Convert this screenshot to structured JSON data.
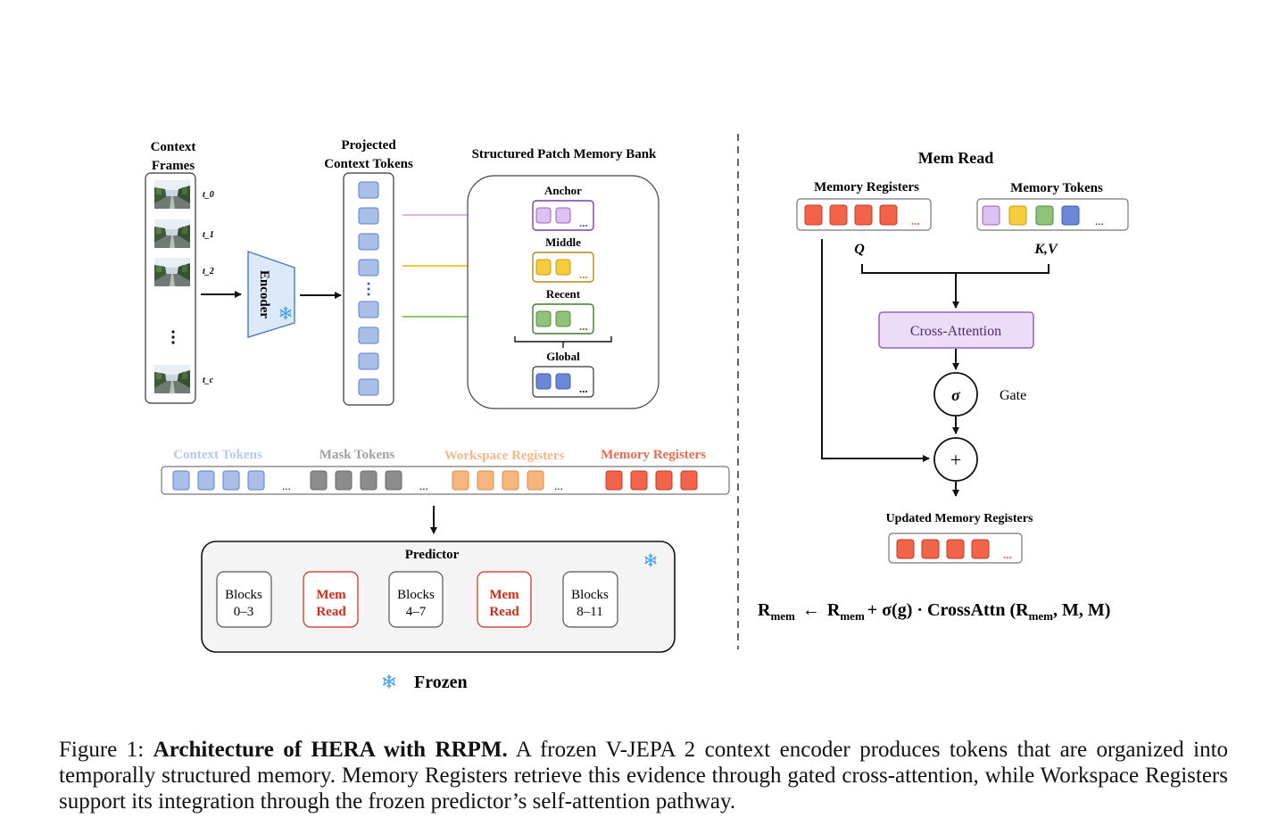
{
  "left_panel": {
    "context_frames_line1": "Context",
    "context_frames_line2": "Frames",
    "frame_labels": [
      "t_0",
      "t_1",
      "t_2",
      "t_c"
    ],
    "encoder_label": "Encoder",
    "projected_line1": "Projected",
    "projected_line2": "Context Tokens",
    "memory_bank_title": "Structured Patch Memory Bank",
    "banks": {
      "anchor": "Anchor",
      "middle": "Middle",
      "recent": "Recent",
      "global": "Global"
    },
    "ellipsis": "...",
    "token_row_labels": {
      "context": "Context Tokens",
      "mask": "Mask Tokens",
      "workspace": "Workspace Registers",
      "memory": "Memory Registers"
    },
    "predictor": {
      "title": "Predictor",
      "blocks_label": "Blocks",
      "blocks_ranges": [
        "0–3",
        "4–7",
        "8–11"
      ],
      "mem_read_line1": "Mem",
      "mem_read_line2": "Read"
    },
    "legend_frozen": "Frozen"
  },
  "right_panel": {
    "title": "Mem Read",
    "memory_registers": "Memory Registers",
    "memory_tokens": "Memory Tokens",
    "q_label": "Q",
    "kv_label": "K,V",
    "cross_attention": "Cross-Attention",
    "sigma": "σ",
    "gate": "Gate",
    "plus": "+",
    "updated": "Updated Memory Registers",
    "formula": {
      "r": "R",
      "sub": "mem",
      "arrow": "←",
      "mid": "+ σ(g) · CrossAttn (R",
      "end": ", M, M)"
    }
  },
  "caption": {
    "prefix": "Figure 1:",
    "bold": "Architecture of HERA with RRPM.",
    "text": "A frozen V-JEPA 2 context encoder produces tokens that are organized into temporally structured memory. Memory Registers retrieve this evidence through gated cross-attention, while Workspace Registers support its integration through the frozen predictor’s self-attention pathway."
  },
  "colors": {
    "context_token": "#a9bfe8",
    "context_token_stroke": "#5b7ed6",
    "mask_token": "#8c8c8c",
    "workspace_token": "#f7b57e",
    "memory_register": "#f2644a",
    "memory_register_stroke": "#c23a22",
    "anchor_token": "#dcc2f2",
    "middle_token": "#f6cc3a",
    "recent_token": "#8fc27a",
    "global_token": "#6b88d6",
    "anchor_arrow": "#e0b4ea",
    "middle_arrow": "#f3c938",
    "recent_arrow": "#8fc96e",
    "cross_attention_fill": "#ebdcf7",
    "cross_attention_stroke": "#9b5fc0",
    "mem_read_text": "#d12a1a",
    "snowflake": "#4aa3e8",
    "encoder_fill": "#dce9f8",
    "context_label": "#b5c9ee",
    "mask_label": "#a0a0a0",
    "workspace_label": "#f4b887",
    "memory_label": "#ec6a4d"
  }
}
